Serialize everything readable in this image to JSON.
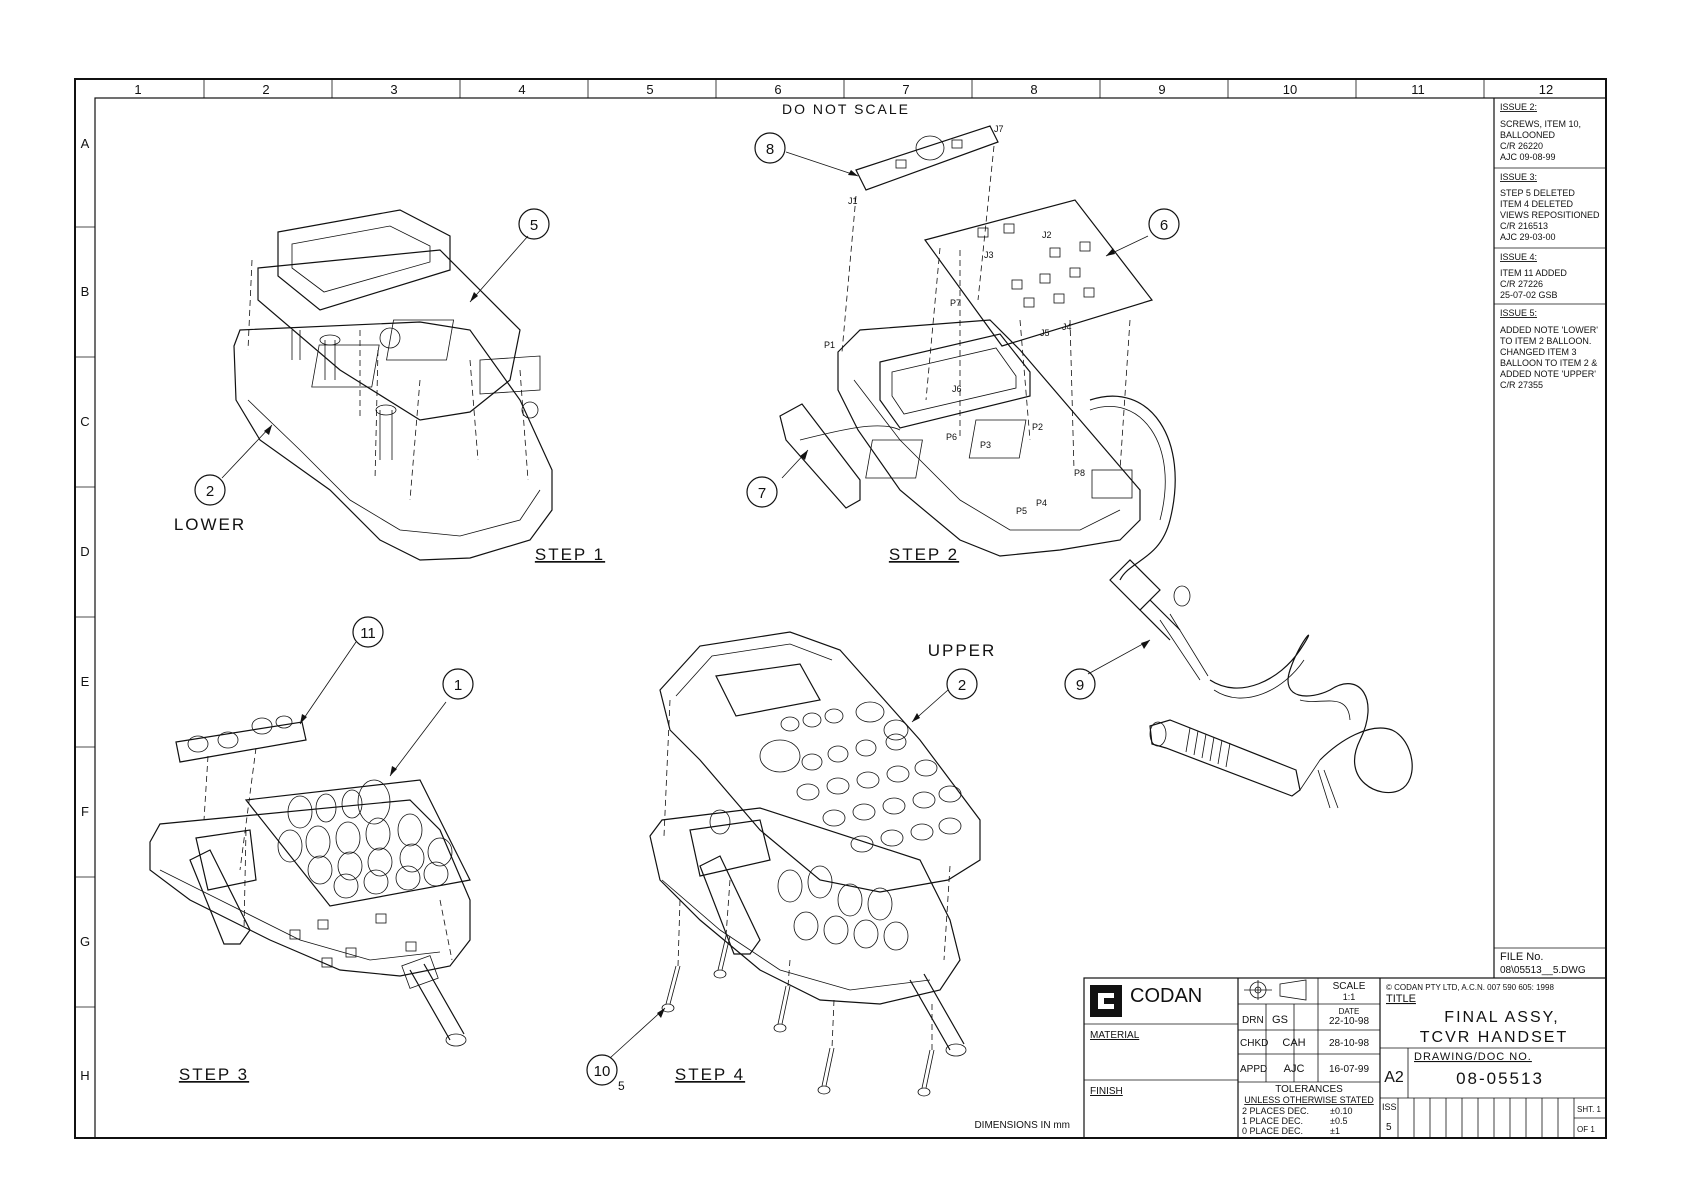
{
  "sheet": {
    "note_top": "DO NOT SCALE",
    "dimensions_note": "DIMENSIONS IN mm",
    "col_labels": [
      "1",
      "2",
      "3",
      "4",
      "5",
      "6",
      "7",
      "8",
      "9",
      "10",
      "11",
      "12"
    ],
    "row_labels": [
      "A",
      "B",
      "C",
      "D",
      "E",
      "F",
      "G",
      "H"
    ]
  },
  "views": {
    "step1": "STEP 1",
    "step2": "STEP 2",
    "step3": "STEP 3",
    "step4": "STEP 4",
    "lower": "LOWER",
    "upper": "UPPER"
  },
  "balloons": [
    {
      "id": "b5",
      "num": "5"
    },
    {
      "id": "b2l",
      "num": "2"
    },
    {
      "id": "b8",
      "num": "8"
    },
    {
      "id": "b6",
      "num": "6"
    },
    {
      "id": "b7",
      "num": "7"
    },
    {
      "id": "b11",
      "num": "11"
    },
    {
      "id": "b1",
      "num": "1"
    },
    {
      "id": "b2u",
      "num": "2"
    },
    {
      "id": "b9",
      "num": "9"
    },
    {
      "id": "b10",
      "num": "10"
    }
  ],
  "balloon10_suffix": "5",
  "connectors": {
    "j1": "J1",
    "j7": "J7",
    "j2": "J2",
    "j3": "J3",
    "p7": "P7",
    "p1": "P1",
    "j5": "J5",
    "j4": "J4",
    "j6": "J6",
    "p6": "P6",
    "p3": "P3",
    "p2": "P2",
    "p8": "P8",
    "p5": "P5",
    "p4": "P4"
  },
  "revisions": [
    {
      "title": "ISSUE 2:",
      "lines": [
        "SCREWS, ITEM 10,",
        "BALLOONED",
        "C/R  26220",
        "AJC  09-08-99"
      ]
    },
    {
      "title": "ISSUE 3:",
      "lines": [
        "STEP 5 DELETED",
        "ITEM 4 DELETED",
        "VIEWS REPOSITIONED",
        "C/R 216513",
        "AJC 29-03-00"
      ]
    },
    {
      "title": "ISSUE 4:",
      "lines": [
        "ITEM 11 ADDED",
        "C/R 27226",
        "25-07-02  GSB"
      ]
    },
    {
      "title": "ISSUE 5:",
      "lines": [
        "ADDED NOTE 'LOWER'",
        "TO ITEM 2 BALLOON.",
        "CHANGED ITEM 3",
        "BALLOON TO ITEM 2 &",
        "ADDED NOTE 'UPPER'",
        "C/R 27355"
      ]
    }
  ],
  "file": {
    "label": "FILE No.",
    "value": "08\\05513__5.DWG"
  },
  "title_block": {
    "company": "CODAN",
    "material_label": "MATERIAL",
    "finish_label": "FINISH",
    "scale_label": "SCALE",
    "scale_value": "1:1",
    "date_label": "DATE",
    "drn_label": "DRN",
    "drn_init": "GS",
    "drn_date": "22-10-98",
    "chkd_label": "CHKD",
    "chkd_init": "CAH",
    "chkd_date": "28-10-98",
    "appd_label": "APPD",
    "appd_init": "AJC",
    "appd_date": "16-07-99",
    "tol_title": "TOLERANCES",
    "tol_sub": "UNLESS OTHERWISE STATED",
    "tol_lines": [
      {
        "label": "2 PLACES DEC.",
        "value": "±0.10"
      },
      {
        "label": "1 PLACE DEC.",
        "value": "±0.5"
      },
      {
        "label": "0 PLACE DEC.",
        "value": "±1"
      }
    ],
    "copyright": "© CODAN  PTY LTD, A.C.N. 007 590 605:  1998",
    "title_label": "TITLE",
    "title_line1": "FINAL ASSY,",
    "title_line2": "TCVR HANDSET",
    "size": "A2",
    "doc_label": "DRAWING/DOC NO.",
    "doc_no": "08-05513",
    "iss_label": "ISS",
    "iss_value": "5",
    "sht_label": "SHT. 1",
    "of_label": "OF   1"
  }
}
